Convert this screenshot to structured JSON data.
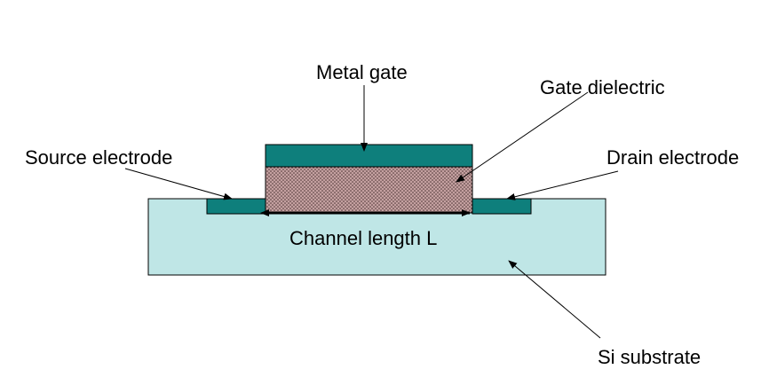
{
  "labels": {
    "metal_gate": "Metal gate",
    "gate_dielectric": "Gate dielectric",
    "source_electrode": "Source electrode",
    "drain_electrode": "Drain electrode",
    "channel_length": "Channel length L",
    "si_substrate": "Si substrate"
  },
  "colors": {
    "substrate": "#bfe6e6",
    "electrode": "#0e7f7c",
    "dielectric": "#c09a9a",
    "hatch": "#3b2a2a",
    "stroke": "#000000"
  }
}
